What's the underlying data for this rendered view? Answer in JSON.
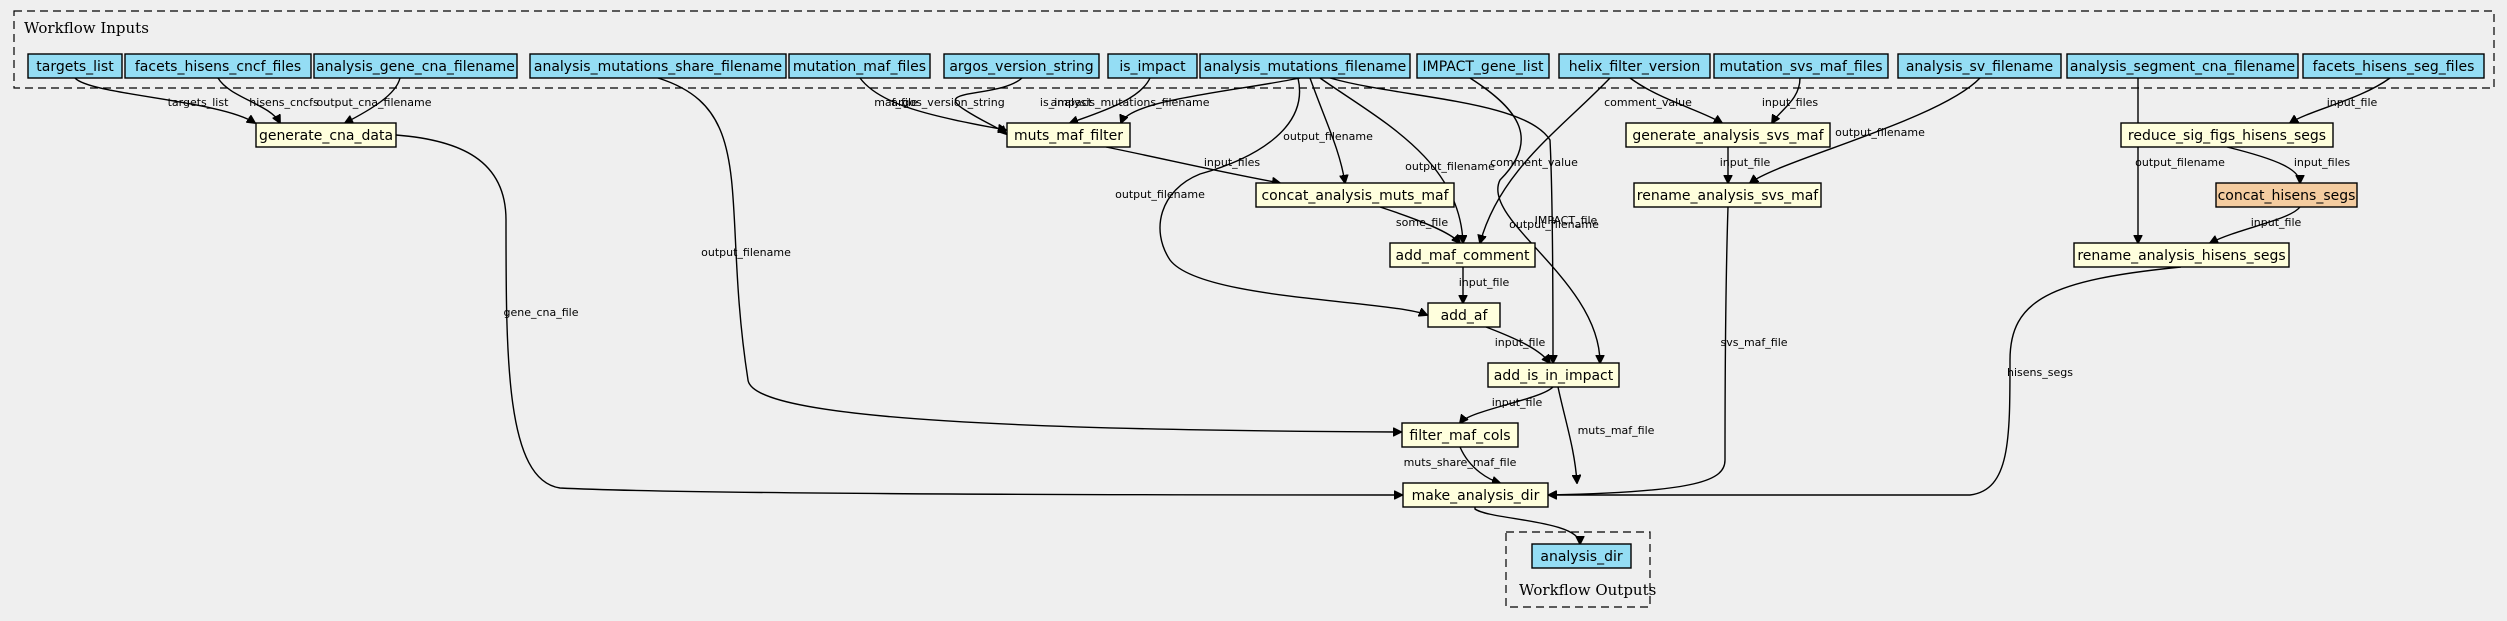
{
  "clusters": {
    "inputs": "Workflow Inputs",
    "outputs": "Workflow Outputs"
  },
  "colors": {
    "background": "#efefef",
    "input_fill": "#94ddf4",
    "step_fill": "#ffffdd",
    "highlight_fill": "#f4cca0"
  },
  "nodes": {
    "targets_list": "targets_list",
    "facets_hisens_cncf_files": "facets_hisens_cncf_files",
    "analysis_gene_cna_filename": "analysis_gene_cna_filename",
    "analysis_mutations_share_filename": "analysis_mutations_share_filename",
    "mutation_maf_files": "mutation_maf_files",
    "argos_version_string": "argos_version_string",
    "is_impact": "is_impact",
    "analysis_mutations_filename": "analysis_mutations_filename",
    "IMPACT_gene_list": "IMPACT_gene_list",
    "helix_filter_version": "helix_filter_version",
    "mutation_svs_maf_files": "mutation_svs_maf_files",
    "analysis_sv_filename": "analysis_sv_filename",
    "analysis_segment_cna_filename": "analysis_segment_cna_filename",
    "facets_hisens_seg_files": "facets_hisens_seg_files",
    "generate_cna_data": "generate_cna_data",
    "muts_maf_filter": "muts_maf_filter",
    "generate_analysis_svs_maf": "generate_analysis_svs_maf",
    "reduce_sig_figs_hisens_segs": "reduce_sig_figs_hisens_segs",
    "concat_analysis_muts_maf": "concat_analysis_muts_maf",
    "rename_analysis_svs_maf": "rename_analysis_svs_maf",
    "concat_hisens_segs": "concat_hisens_segs",
    "add_maf_comment": "add_maf_comment",
    "rename_analysis_hisens_segs": "rename_analysis_hisens_segs",
    "add_af": "add_af",
    "add_is_in_impact": "add_is_in_impact",
    "filter_maf_cols": "filter_maf_cols",
    "make_analysis_dir": "make_analysis_dir",
    "analysis_dir": "analysis_dir"
  },
  "edge_labels": {
    "targets_list": "targets_list",
    "hisens_cncfs": "hisens_cncfs",
    "output_cna_filename": "output_cna_filename",
    "maf_file": "maf_file",
    "argos_version_string": "argos_version_string",
    "is_impact": "is_impact",
    "analysis_mutations_filename": "analysis_mutations_filename",
    "comment_value_svs": "comment_value",
    "input_files_svs": "input_files",
    "input_file_seg": "input_file",
    "output_filename_muts_concat": "output_filename",
    "output_filename_comment": "output_filename",
    "output_filename_af": "output_filename",
    "output_filename_impact": "output_filename",
    "input_files_concat": "input_files",
    "comment_value_maf": "comment_value",
    "input_file_rename_svs": "input_file",
    "output_filename_svs": "output_filename",
    "input_files_hisens": "input_files",
    "output_filename_share": "output_filename",
    "output_filename_hisens": "output_filename",
    "input_file_rename_hisens": "input_file",
    "some_file": "some_file",
    "IMPACT_file": "IMPACT_file",
    "input_file_af": "input_file",
    "input_file_impact": "input_file",
    "gene_cna_file": "gene_cna_file",
    "svs_maf_file": "svs_maf_file",
    "hisens_segs": "hisens_segs",
    "input_file_filter": "input_file",
    "muts_maf_file": "muts_maf_file",
    "muts_share_maf_file": "muts_share_maf_file"
  }
}
